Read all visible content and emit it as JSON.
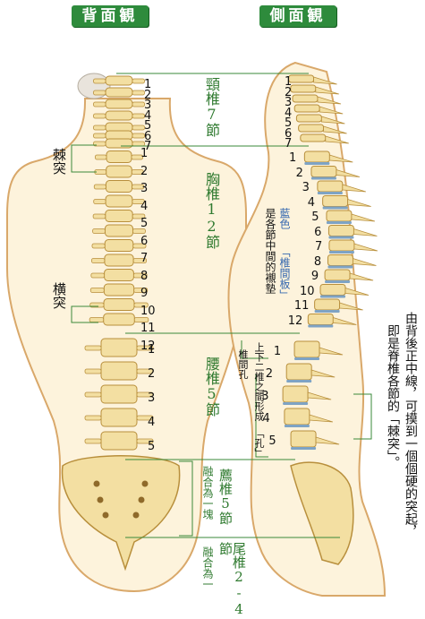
{
  "headers": {
    "back": "背面観",
    "side": "側面観"
  },
  "regions": {
    "cervical": "頸椎7節",
    "thoracic": "胸椎12節",
    "lumbar": "腰椎5節",
    "sacral": "薦椎5節",
    "sacral_note": "融合為一塊",
    "coccyx": "尾椎2-4節",
    "coccyx_note": "融合為一"
  },
  "labels": {
    "spinous": "棘突",
    "transverse": "横突",
    "foramen": "椎間孔",
    "foramen_note_1": "上下二椎之間形成",
    "foramen_note_2": "「孔」",
    "disc_color": "藍色",
    "disc_name": "「椎間板」",
    "disc_note": "是各節中間的襯墊"
  },
  "annotation": {
    "line1": "由背後正中線，可摸到一個個硬的突起，",
    "line2": "即是脊椎各節的「棘突」。"
  },
  "numbers": {
    "cervical": [
      "1",
      "2",
      "3",
      "4",
      "5",
      "6",
      "7"
    ],
    "thoracic": [
      "1",
      "2",
      "3",
      "4",
      "5",
      "6",
      "7",
      "8",
      "9",
      "10",
      "11",
      "12"
    ],
    "lumbar": [
      "1",
      "2",
      "3",
      "4",
      "5"
    ]
  },
  "colors": {
    "bone": "#f3dfa2",
    "bone_edge": "#b88f3c",
    "skin": "#fdf3dc",
    "disc": "#7ea3c4",
    "header": "#2e8b3c",
    "text_green": "#2f7a2f",
    "text_blue": "#3568b0",
    "guide": "#3a8a3a"
  }
}
